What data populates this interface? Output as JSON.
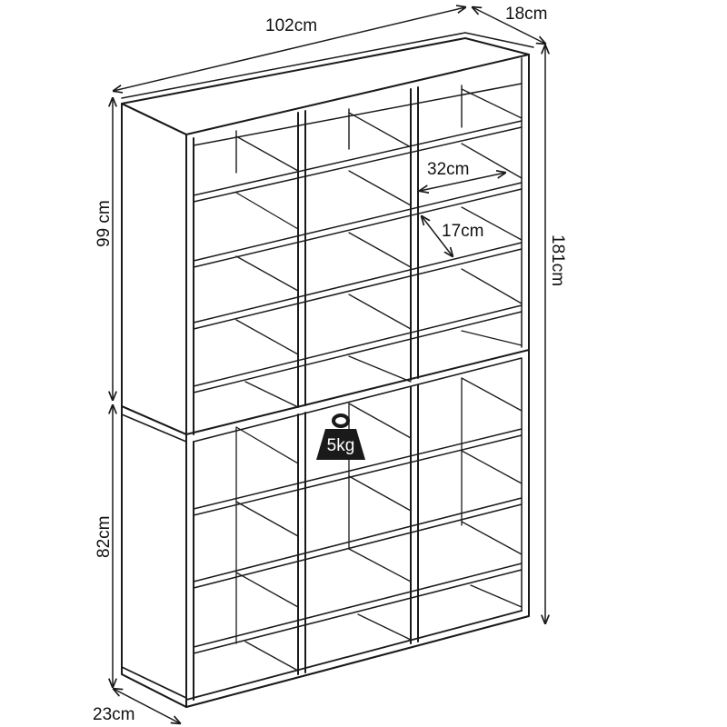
{
  "colors": {
    "line": "#1a1a1a",
    "background": "#ffffff",
    "fill": "#ffffff"
  },
  "labels": {
    "top_width": "102cm",
    "top_depth": "18cm",
    "upper_height": "99 cm",
    "total_height": "181cm",
    "lower_height": "82cm",
    "bottom_depth": "23cm",
    "cubby_width": "32cm",
    "cubby_depth": "17cm",
    "weight": "5kg"
  },
  "icons": {
    "weight": "kettlebell-weight-icon"
  }
}
